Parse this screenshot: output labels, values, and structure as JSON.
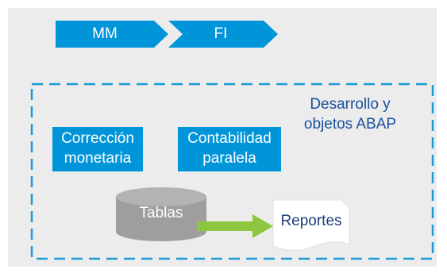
{
  "flow": {
    "step1_label": "MM",
    "step2_label": "FI"
  },
  "group": {
    "title_line1": "Desarrollo y",
    "title_line2": "objetos ABAP"
  },
  "boxes": {
    "currency_line1": "Corrección",
    "currency_line2": "monetaria",
    "parallel_line1": "Contabilidad",
    "parallel_line2": "paralela"
  },
  "tables_label": "Tablas",
  "reports_label": "Reportes",
  "colors": {
    "panel": "#ececec",
    "accent_blue": "#0095d9",
    "dash_blue": "#1a9bd7",
    "cylinder_gray": "#9e9e9e",
    "arrow_green": "#8dc63f"
  }
}
